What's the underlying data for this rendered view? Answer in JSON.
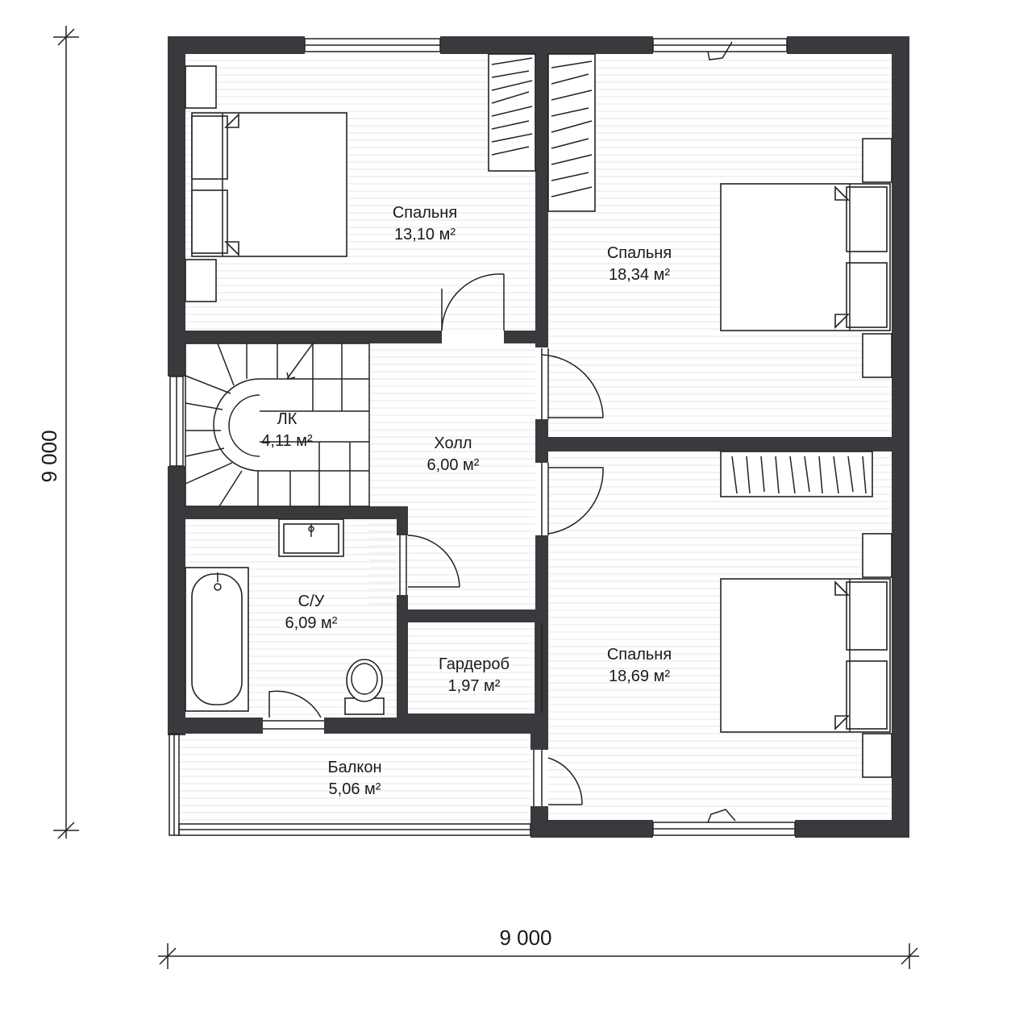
{
  "plan": {
    "rooms": [
      {
        "id": "bedroom-1",
        "name": "Спальня",
        "area": "13,10 м²"
      },
      {
        "id": "bedroom-2",
        "name": "Спальня",
        "area": "18,34 м²"
      },
      {
        "id": "stair",
        "name": "ЛК",
        "area": "4,11 м²"
      },
      {
        "id": "hall",
        "name": "Холл",
        "area": "6,00 м²"
      },
      {
        "id": "bathroom",
        "name": "С/У",
        "area": "6,09 м²"
      },
      {
        "id": "wardrobe",
        "name": "Гардероб",
        "area": "1,97 м²"
      },
      {
        "id": "bedroom-3",
        "name": "Спальня",
        "area": "18,69 м²"
      },
      {
        "id": "balcony",
        "name": "Балкон",
        "area": "5,06 м²"
      }
    ],
    "dimensions": {
      "width": "9 000",
      "height": "9 000"
    }
  },
  "colors": {
    "wall": "#3a3a3e",
    "line": "#222222",
    "background": "#ffffff"
  }
}
